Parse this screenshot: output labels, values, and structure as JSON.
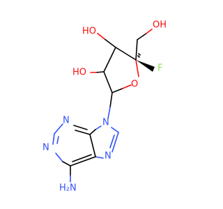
{
  "colors": {
    "carbon": "#000000",
    "nitrogen": "#3050F8",
    "oxygen": "#FF0D0D",
    "fluorine": "#90E050"
  },
  "labels": {
    "ho_top": "HO",
    "oh_top_right": "OH",
    "ho_left": "HO",
    "f": "F",
    "o_ring": "O",
    "n_purine_top": "N",
    "n9": "N",
    "n_left": "N",
    "n7": "N",
    "h2n": "H₂N"
  }
}
